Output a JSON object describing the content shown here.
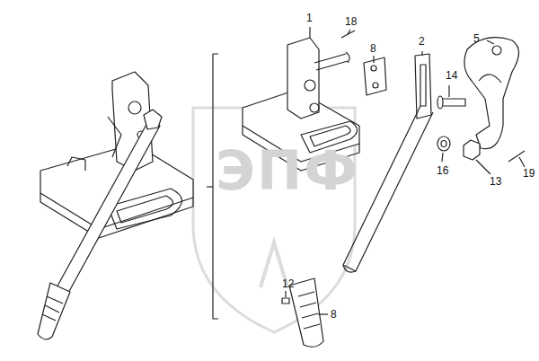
{
  "diagram": {
    "labels": [
      "1",
      "18",
      "8",
      "2",
      "5",
      "14",
      "16",
      "13",
      "19",
      "12",
      "8",
      "ЭПФ"
    ]
  }
}
